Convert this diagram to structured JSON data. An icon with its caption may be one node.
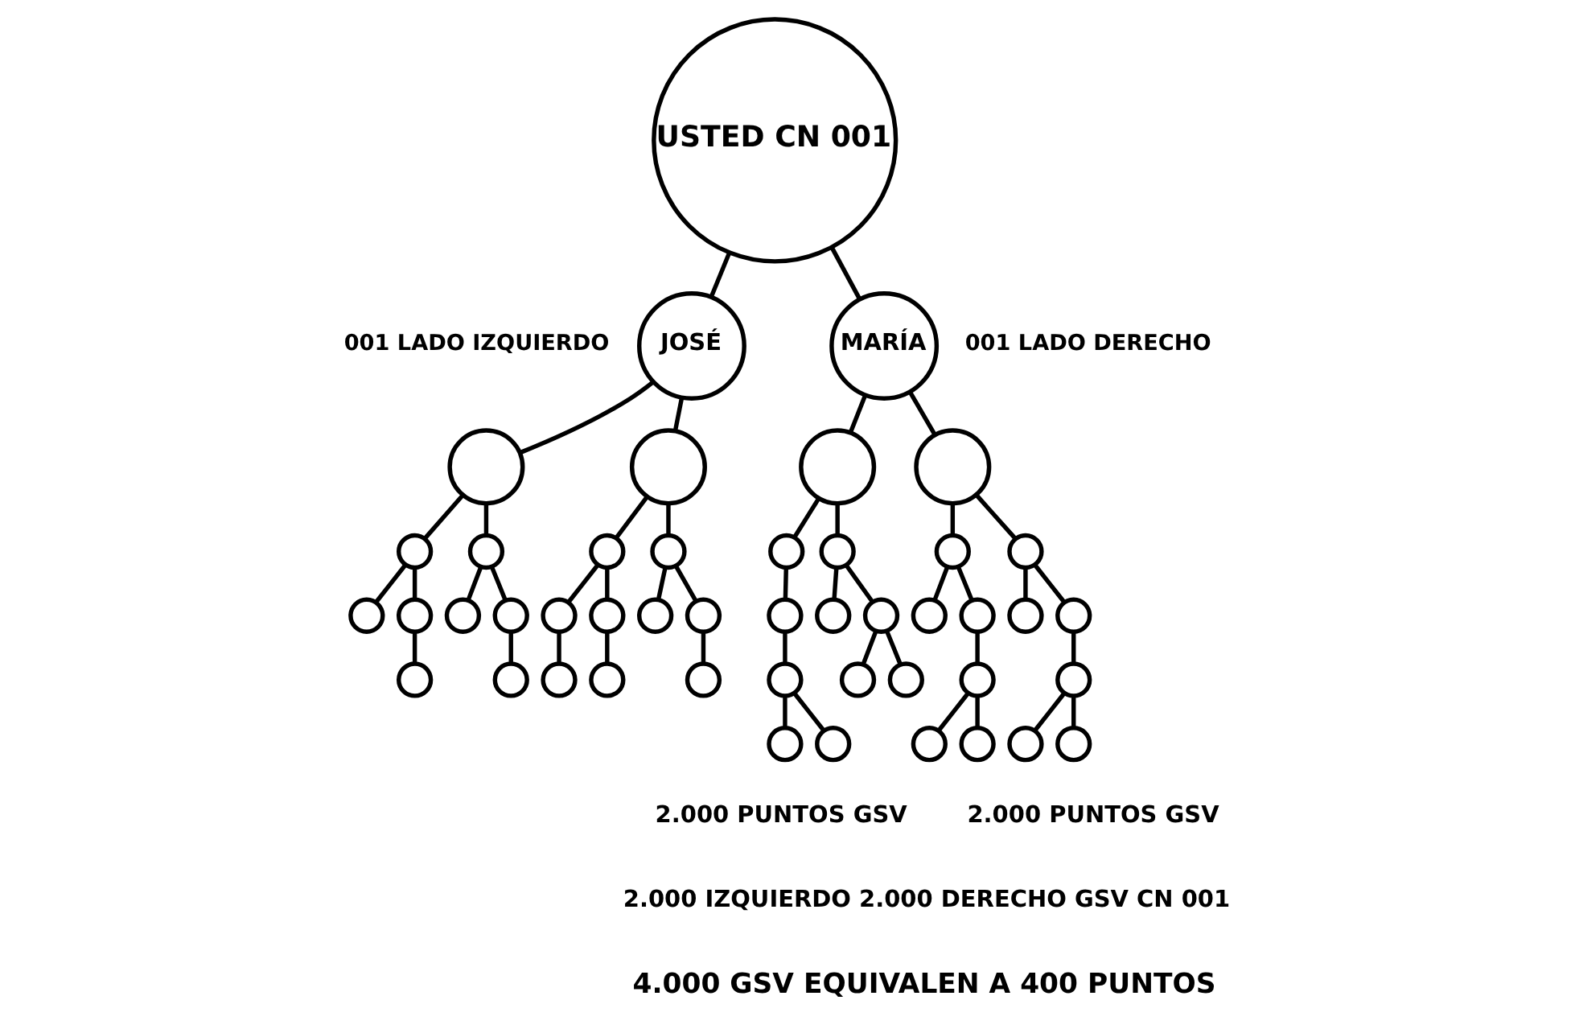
{
  "diagram": {
    "nodes": [
      {
        "text": [
          "USTED CN 001"
        ]
      },
      {
        "text": [
          "JOSÉ"
        ],
        "beside": [
          "001 LADO IZQUIERDO"
        ]
      },
      {
        "text": [
          "MARÍA"
        ],
        "beside": [
          "001 LADO DERECHO"
        ]
      },
      {
        "text": [],
        "shape": "circle"
      },
      {
        "text": [],
        "shape": "circle"
      },
      {
        "text": [],
        "shape": "circle"
      },
      {
        "text": [],
        "shape": "circle"
      },
      {
        "text": [],
        "shape": "circle"
      },
      {
        "text": [],
        "shape": "circle"
      },
      {
        "text": [],
        "shape": "circle"
      },
      {
        "text": [],
        "shape": "circle"
      },
      {
        "text": [],
        "shape": "circle"
      },
      {
        "text": [],
        "shape": "circle"
      },
      {
        "text": [],
        "shape": "circle"
      },
      {
        "text": [],
        "shape": "circle"
      },
      {
        "text": [],
        "shape": "circle"
      },
      {
        "text": [],
        "shape": "circle"
      },
      {
        "text": [],
        "shape": "circle"
      },
      {
        "text": [],
        "shape": "circle"
      },
      {
        "text": [],
        "shape": "circle"
      },
      {
        "text": [],
        "shape": "circle"
      },
      {
        "text": [],
        "shape": "circle"
      },
      {
        "text": [],
        "shape": "circle"
      },
      {
        "text": [],
        "shape": "circle"
      },
      {
        "text": [],
        "shape": "circle"
      },
      {
        "text": [],
        "shape": "circle"
      },
      {
        "text": [],
        "shape": "circle"
      },
      {
        "text": [],
        "shape": "circle"
      },
      {
        "text": [],
        "shape": "circle"
      },
      {
        "text": [],
        "shape": "circle"
      },
      {
        "text": [],
        "shape": "circle"
      },
      {
        "text": [],
        "shape": "circle"
      },
      {
        "text": [],
        "shape": "circle"
      },
      {
        "text": [],
        "shape": "circle"
      },
      {
        "text": [],
        "shape": "circle"
      },
      {
        "text": [],
        "shape": "circle"
      },
      {
        "text": [],
        "shape": "circle"
      },
      {
        "text": [],
        "shape": "circle"
      },
      {
        "text": [],
        "shape": "circle"
      },
      {
        "text": [],
        "shape": "circle"
      },
      {
        "text": [],
        "shape": "circle"
      },
      {
        "text": [],
        "shape": "circle"
      },
      {
        "text": [],
        "shape": "circle"
      },
      {
        "text": [],
        "shape": "circle"
      },
      {
        "text": [],
        "shape": "circle"
      },
      {
        "text": [],
        "shape": "circle"
      }
    ],
    "edges": [
      {
        "from": 0,
        "to": 1,
        "arrow": "none"
      },
      {
        "from": 0,
        "to": 2,
        "arrow": "none"
      },
      {
        "from": 1,
        "to": 3,
        "arrow": "none"
      },
      {
        "from": 1,
        "to": 4,
        "arrow": "none"
      },
      {
        "from": 2,
        "to": 5,
        "arrow": "none"
      },
      {
        "from": 2,
        "to": 6,
        "arrow": "none"
      },
      {
        "from": 3,
        "to": 7,
        "arrow": "none"
      },
      {
        "from": 3,
        "to": 8,
        "arrow": "none"
      },
      {
        "from": 4,
        "to": 9,
        "arrow": "none"
      },
      {
        "from": 4,
        "to": 10,
        "arrow": "none"
      },
      {
        "from": 5,
        "to": 11,
        "arrow": "none"
      },
      {
        "from": 5,
        "to": 12,
        "arrow": "none"
      },
      {
        "from": 6,
        "to": 13,
        "arrow": "none"
      },
      {
        "from": 6,
        "to": 14,
        "arrow": "none"
      },
      {
        "from": 7,
        "to": 15,
        "arrow": "none"
      },
      {
        "from": 7,
        "to": 16,
        "arrow": "none"
      },
      {
        "from": 8,
        "to": 17,
        "arrow": "none"
      },
      {
        "from": 8,
        "to": 18,
        "arrow": "none"
      },
      {
        "from": 9,
        "to": 19,
        "arrow": "none"
      },
      {
        "from": 9,
        "to": 20,
        "arrow": "none"
      },
      {
        "from": 10,
        "to": 21,
        "arrow": "none"
      },
      {
        "from": 10,
        "to": 22,
        "arrow": "none"
      },
      {
        "from": 11,
        "to": 23,
        "arrow": "none"
      },
      {
        "from": 12,
        "to": 24,
        "arrow": "none"
      },
      {
        "from": 12,
        "to": 25,
        "arrow": "none"
      },
      {
        "from": 13,
        "to": 26,
        "arrow": "none"
      },
      {
        "from": 13,
        "to": 27,
        "arrow": "none"
      },
      {
        "from": 14,
        "to": 28,
        "arrow": "none"
      },
      {
        "from": 14,
        "to": 29,
        "arrow": "none"
      },
      {
        "from": 16,
        "to": 30,
        "arrow": "none"
      },
      {
        "from": 18,
        "to": 31,
        "arrow": "none"
      },
      {
        "from": 19,
        "to": 32,
        "arrow": "none"
      },
      {
        "from": 20,
        "to": 33,
        "arrow": "none"
      },
      {
        "from": 22,
        "to": 34,
        "arrow": "none"
      },
      {
        "from": 23,
        "to": 35,
        "arrow": "none"
      },
      {
        "from": 25,
        "to": 36,
        "arrow": "none"
      },
      {
        "from": 25,
        "to": 37,
        "arrow": "none"
      },
      {
        "from": 27,
        "to": 38,
        "arrow": "none"
      },
      {
        "from": 29,
        "to": 39,
        "arrow": "none"
      },
      {
        "from": 35,
        "to": 40,
        "arrow": "none"
      },
      {
        "from": 35,
        "to": 41,
        "arrow": "none"
      },
      {
        "from": 38,
        "to": 42,
        "arrow": "none"
      },
      {
        "from": 38,
        "to": 43,
        "arrow": "none"
      },
      {
        "from": 39,
        "to": 44,
        "arrow": "none"
      },
      {
        "from": 39,
        "to": 45,
        "arrow": "none"
      }
    ],
    "labels": [
      "2.000 PUNTOS GSV",
      "2.000 PUNTOS GSV",
      "2.000 IZQUIERDO 2.000 DERECHO GSV CN 001",
      "4.000 GSV EQUIVALEN A 400 PUNTOS"
    ]
  }
}
